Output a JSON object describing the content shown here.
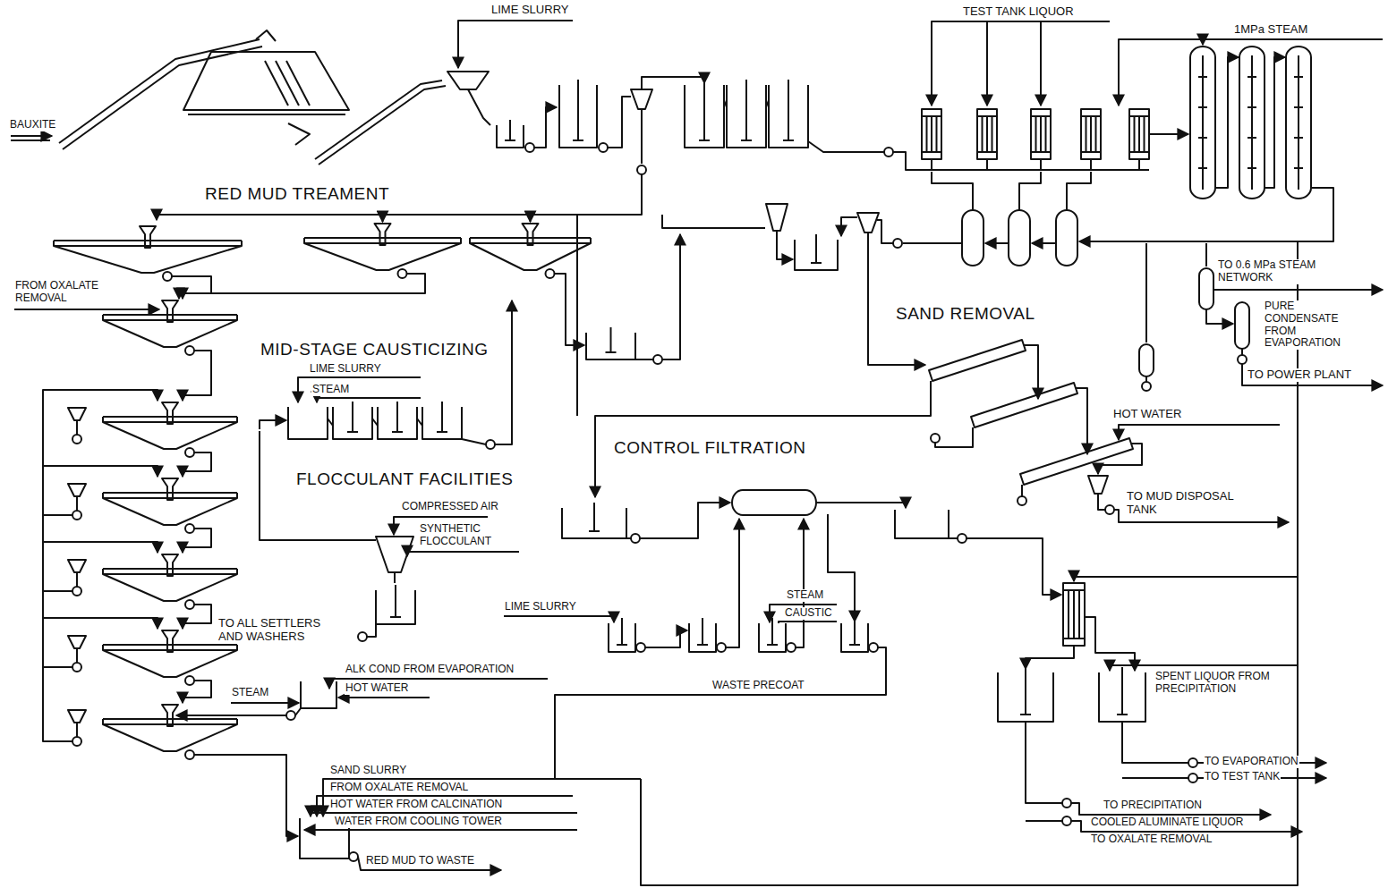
{
  "diagram": {
    "labels": [
      "BAUXITE",
      "LIME SLURRY",
      "TEST TANK LIQUOR",
      "1MPa STEAM",
      "RED MUD TREAMENT",
      "FROM OXALATE REMOVAL",
      "MID-STAGE CAUSTICIZING",
      "LIME SLURRY",
      "STEAM",
      "SAND REMOVAL",
      "TO 0.6 MPa STEAM NETWORK",
      "PURE CONDENSATE FROM EVAPORATION",
      "TO POWER PLANT",
      "HOT WATER",
      "CONTROL FILTRATION",
      "FLOCCULANT FACILITIES",
      "TO MUD DISPOSAL TANK",
      "COMPRESSED AIR",
      "SYNTHETIC FLOCCULANT",
      "LIME SLURRY",
      "STEAM",
      "CAUSTIC",
      "TO ALL SETTLERS AND WASHERS",
      "ALK COND FROM EVAPORATION",
      "HOT WATER",
      "STEAM",
      "WASTE PRECOAT",
      "SPENT LIQUOR FROM PRECIPITATION",
      "TO EVAPORATION",
      "TO TEST TANK",
      "SAND SLURRY",
      "FROM OXALATE REMOVAL",
      "HOT WATER FROM CALCINATION",
      "WATER FROM COOLING TOWER",
      "TO PRECIPITATION",
      "COOLED ALUMINATE LIQUOR",
      "TO OXALATE REMOVAL",
      "RED MUD TO WASTE"
    ]
  }
}
